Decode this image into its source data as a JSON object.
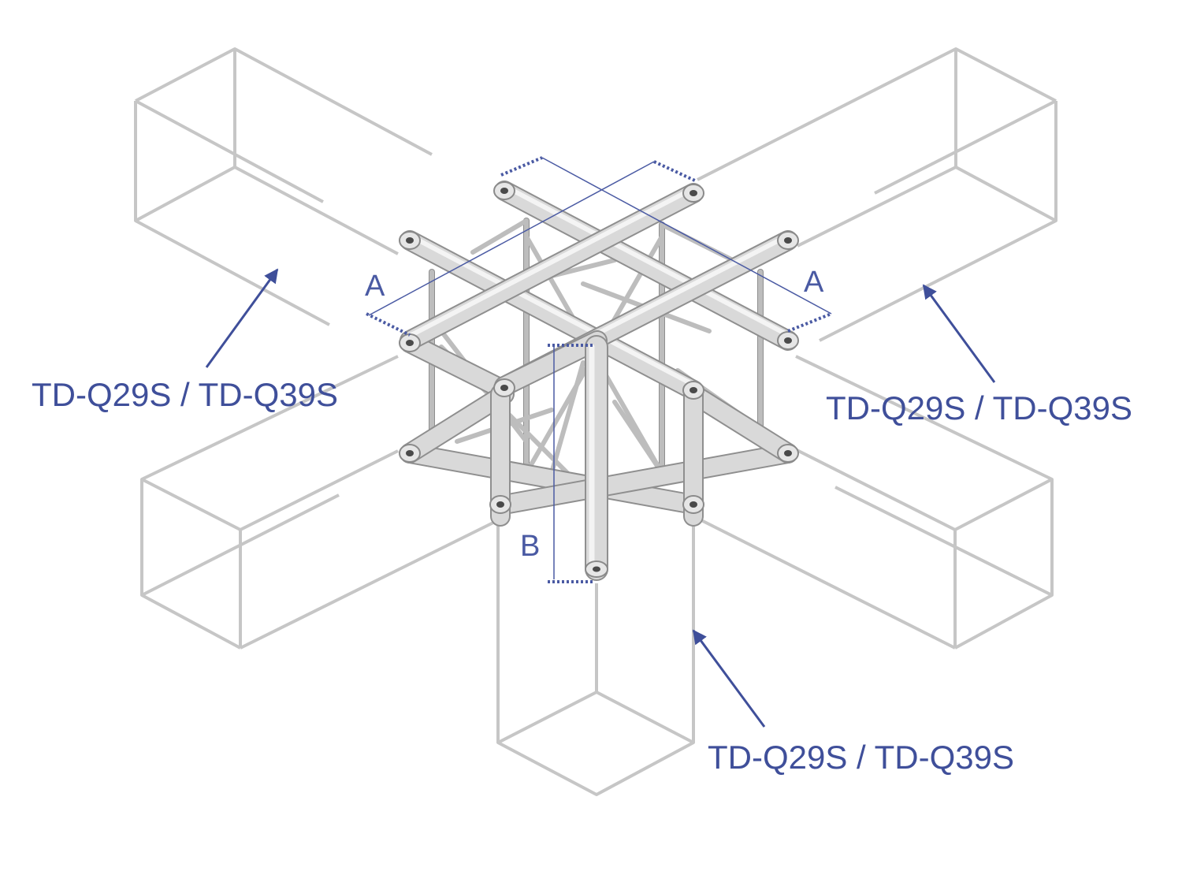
{
  "colors": {
    "accent": "#3f4f9a",
    "ghost_outline": "#c6c6c6",
    "truss": "#d9d9d9"
  },
  "dimensions": {
    "a_left": "A",
    "a_right": "A",
    "b": "B"
  },
  "labels": {
    "left": "TD-Q29S / TD-Q39S",
    "right": "TD-Q29S / TD-Q39S",
    "bottom": "TD-Q29S / TD-Q39S"
  }
}
